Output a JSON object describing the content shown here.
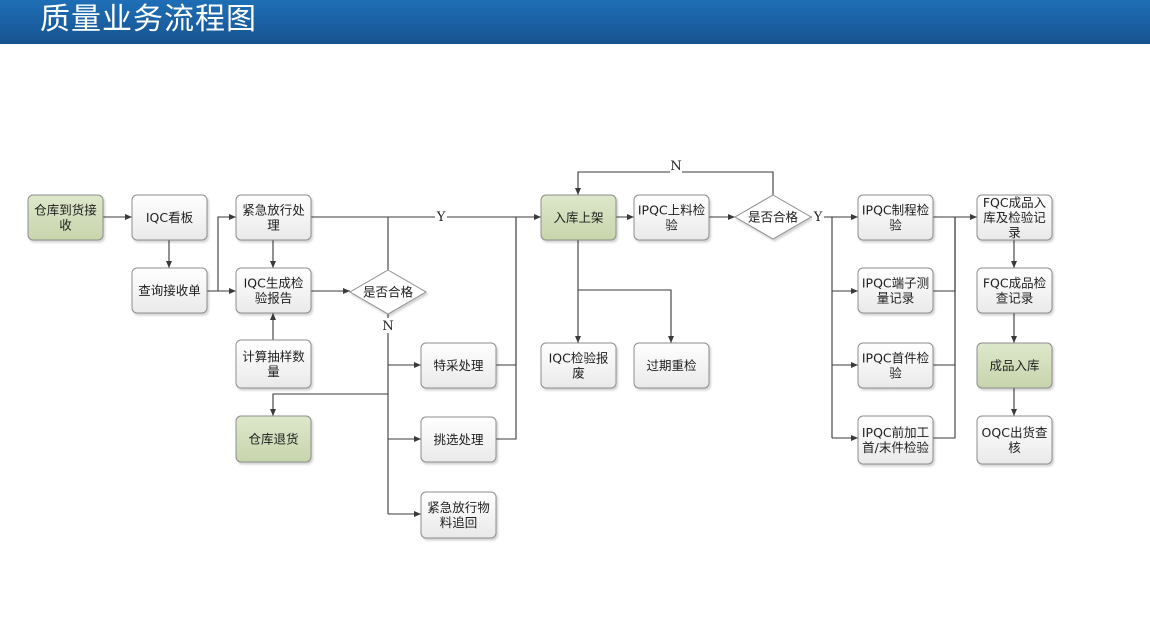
{
  "header": {
    "title": "质量业务流程图"
  },
  "flow": {
    "nodes": {
      "n1": {
        "lines": [
          "仓库到货接",
          "收"
        ],
        "style": "green"
      },
      "n2": {
        "lines": [
          "IQC看板"
        ],
        "style": "white"
      },
      "n3": {
        "lines": [
          "紧急放行处",
          "理"
        ],
        "style": "white"
      },
      "n4": {
        "lines": [
          "查询接收单"
        ],
        "style": "white"
      },
      "n5": {
        "lines": [
          "IQC生成检",
          "验报告"
        ],
        "style": "white"
      },
      "n6": {
        "lines": [
          "计算抽样数",
          "量"
        ],
        "style": "white"
      },
      "n7": {
        "lines": [
          "仓库退货"
        ],
        "style": "green"
      },
      "d1": {
        "lines": [
          "是否合格"
        ],
        "style": "diamond"
      },
      "n8": {
        "lines": [
          "特采处理"
        ],
        "style": "white"
      },
      "n9": {
        "lines": [
          "挑选处理"
        ],
        "style": "white"
      },
      "n10": {
        "lines": [
          "紧急放行物",
          "料追回"
        ],
        "style": "white"
      },
      "n11": {
        "lines": [
          "入库上架"
        ],
        "style": "green"
      },
      "n12": {
        "lines": [
          "IPQC上料检",
          "验"
        ],
        "style": "white"
      },
      "n13": {
        "lines": [
          "IQC检验报",
          "废"
        ],
        "style": "white"
      },
      "n14": {
        "lines": [
          "过期重检"
        ],
        "style": "white"
      },
      "d2": {
        "lines": [
          "是否合格"
        ],
        "style": "diamond"
      },
      "n15": {
        "lines": [
          "IPQC制程检",
          "验"
        ],
        "style": "white"
      },
      "n16": {
        "lines": [
          "IPQC端子测",
          "量记录"
        ],
        "style": "white"
      },
      "n17": {
        "lines": [
          "IPQC首件检",
          "验"
        ],
        "style": "white"
      },
      "n18": {
        "lines": [
          "IPQC前加工",
          "首/末件检验"
        ],
        "style": "white"
      },
      "n19": {
        "lines": [
          "FQC成品入",
          "库及检验记",
          "录"
        ],
        "style": "white"
      },
      "n20": {
        "lines": [
          "FQC成品检",
          "查记录"
        ],
        "style": "white"
      },
      "n21": {
        "lines": [
          "成品入库"
        ],
        "style": "green"
      },
      "n22": {
        "lines": [
          "OQC出货查",
          "核"
        ],
        "style": "white"
      }
    },
    "labels": {
      "y1": "Y",
      "n1": "N",
      "y2": "Y",
      "n2": "N"
    },
    "colors": {
      "green_fill": "#d3dfbd",
      "white_fill": "#f4f4f4",
      "border": "#8e8e8e",
      "line": "#3a3a3a"
    }
  }
}
